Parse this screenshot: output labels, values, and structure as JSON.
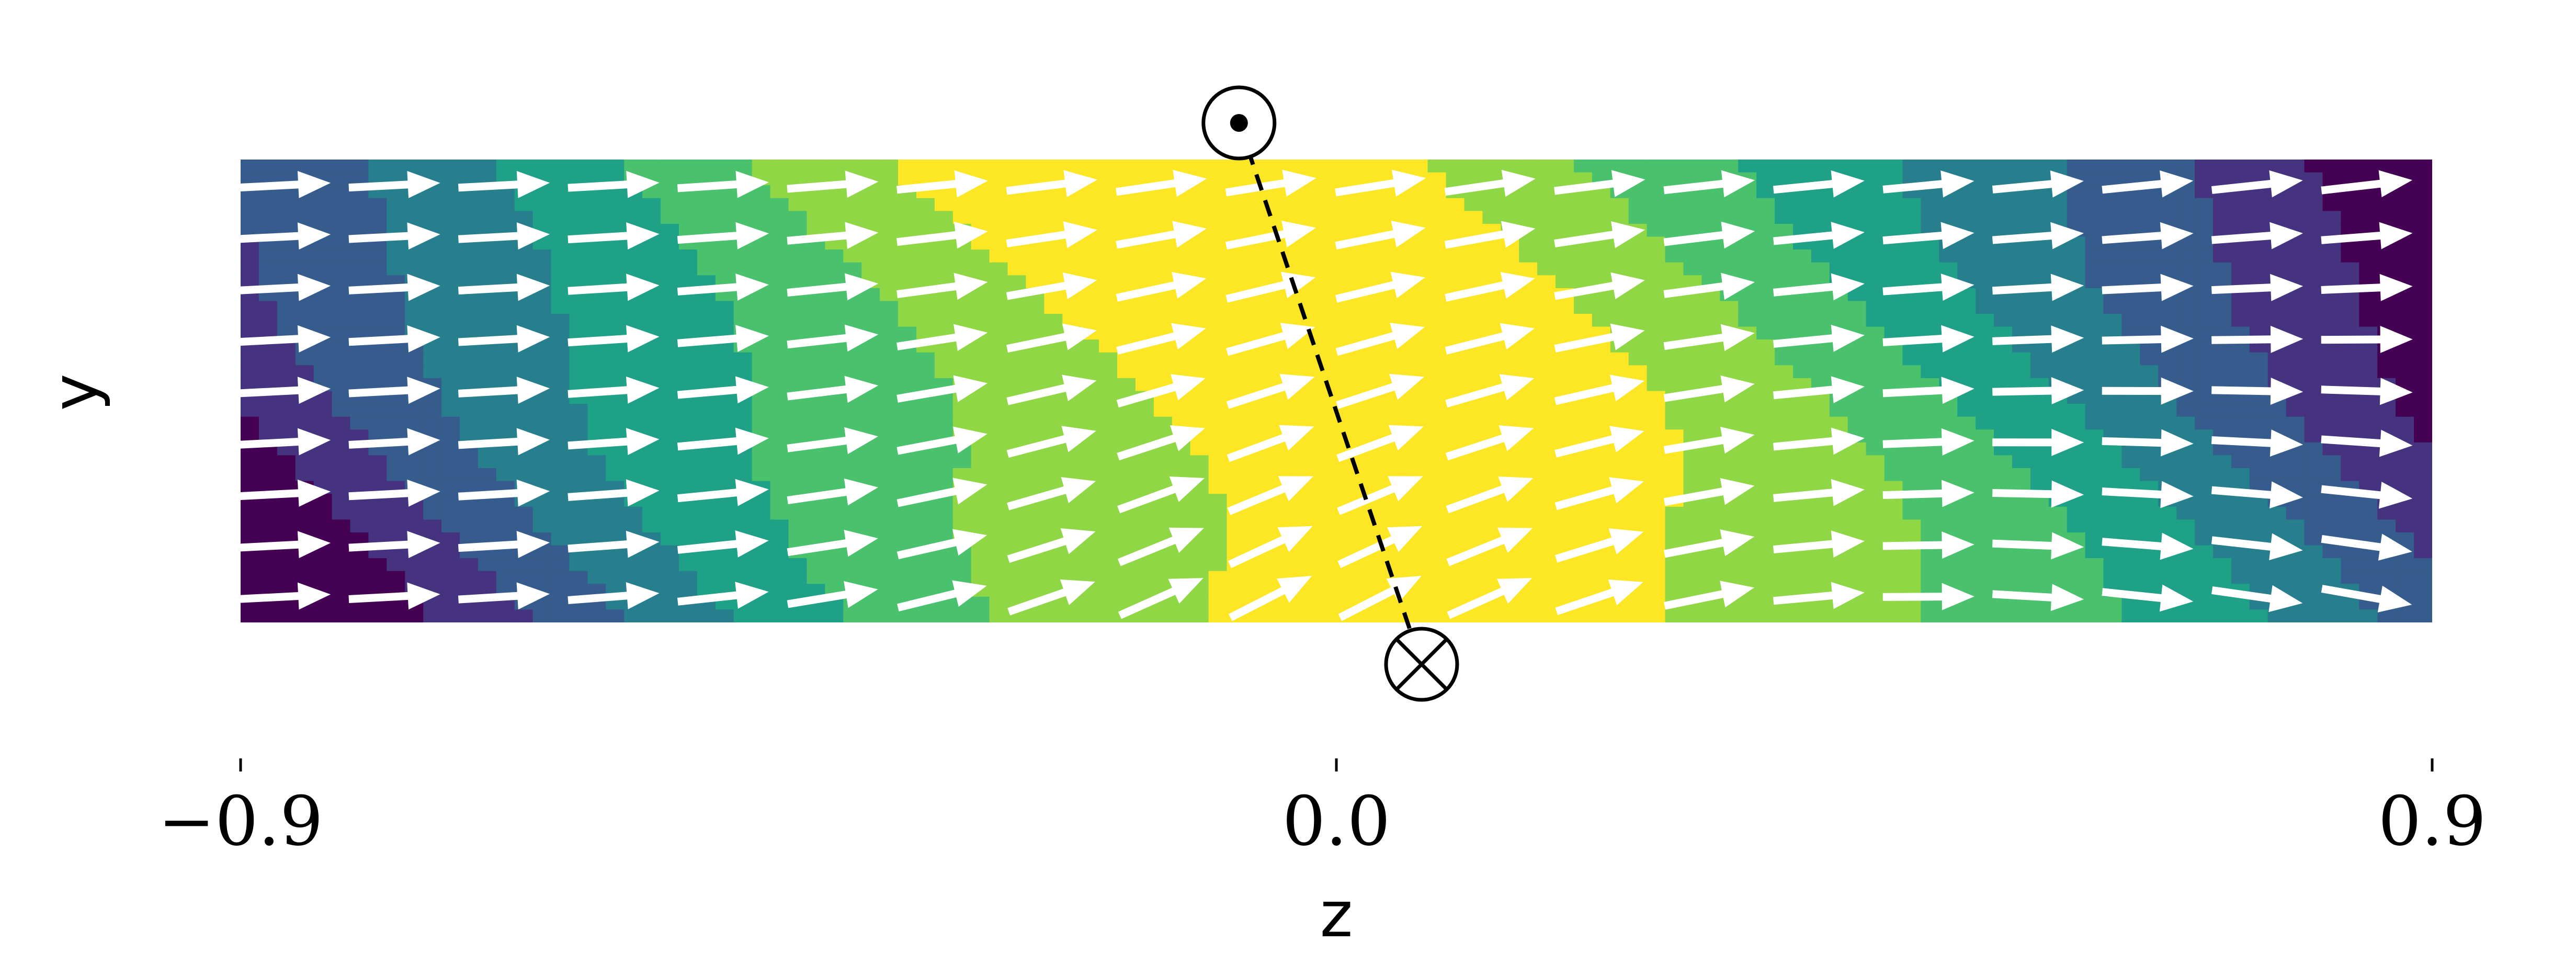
{
  "chart_data": {
    "type": "heatmap",
    "subtype": "filled contour with vector-field (quiver) overlay",
    "title": "",
    "xlabel": "z",
    "ylabel": "y",
    "xlim": [
      -1.0,
      1.0
    ],
    "field_z_range": [
      -0.9,
      0.9
    ],
    "x_ticks": [
      -0.9,
      0.0,
      0.9
    ],
    "x_tick_labels": [
      "−0.9",
      "0.0",
      "0.9"
    ],
    "y_ticks": [],
    "grid": false,
    "legend": "none",
    "colormap": "viridis",
    "contour_levels": 8,
    "colors": {
      "level_0": "#440154",
      "level_1": "#46337f",
      "level_2": "#365c8d",
      "level_3": "#277f8e",
      "level_4": "#1fa187",
      "level_5": "#4ac16d",
      "level_6": "#8fd744",
      "level_7": "#fde725",
      "arrows": "#ffffff",
      "markers": "#000000"
    },
    "magnitude_model": "peak along a tilted ridge through the centre, decaying toward both z edges",
    "ridge": {
      "center_z": 0.0,
      "tilt_dz_per_y": -0.25
    },
    "field_direction": "arrows point toward +z; tilt toward +y rises near the ridge, strongest for y below the centre",
    "grid_z_count": 20,
    "grid_y_count": 9,
    "markers": [
      {
        "symbol": "out-of-page (circle with dot)",
        "z": -0.08,
        "y": "top"
      },
      {
        "symbol": "into-page (circle with cross)",
        "z": 0.07,
        "y": "bottom"
      }
    ],
    "connector": "dashed line between the two markers"
  }
}
